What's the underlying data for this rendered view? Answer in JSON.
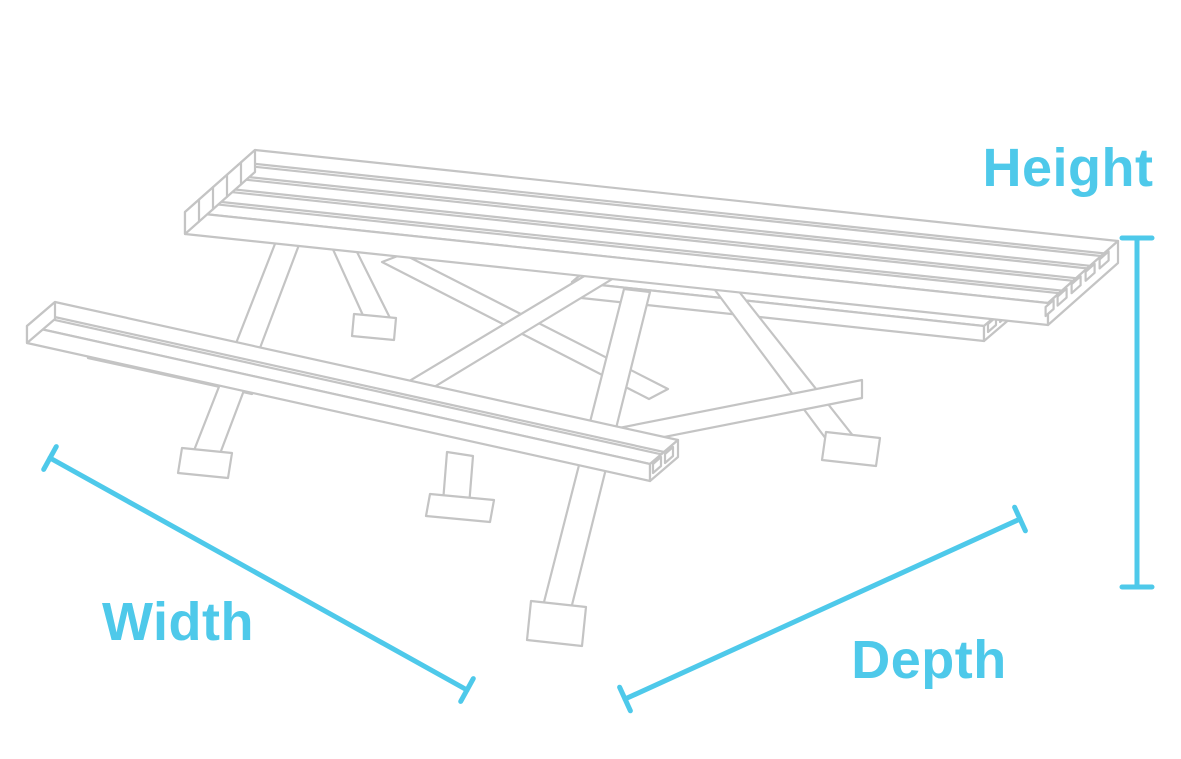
{
  "diagram": {
    "subject": "picnic-table-dimension-diagram",
    "labels": {
      "width": "Width",
      "depth": "Depth",
      "height": "Height"
    },
    "colors": {
      "dimension": "#4ec9ea",
      "outline": "#c4c4c4"
    }
  }
}
